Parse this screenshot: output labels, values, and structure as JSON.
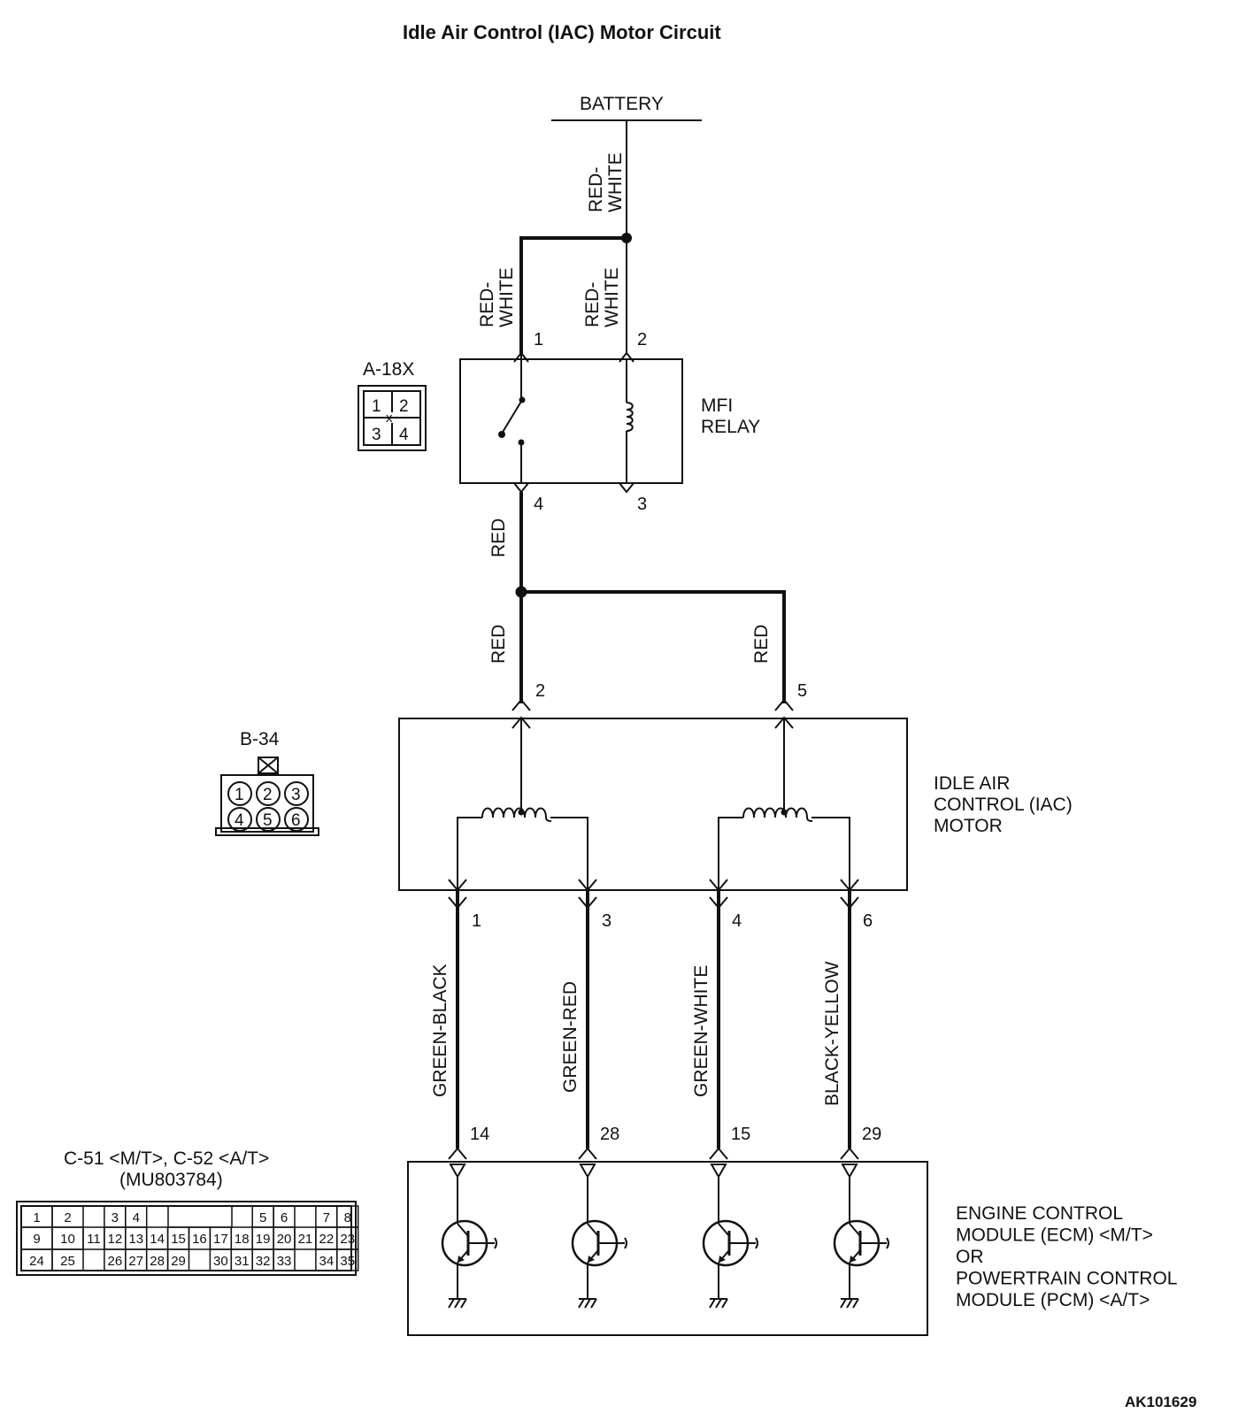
{
  "title": "Idle Air Control (IAC) Motor Circuit",
  "battery_label": "BATTERY",
  "wire_colors": {
    "battery_feed": "RED-\nWHITE",
    "relay_pin1": "RED-\nWHITE",
    "relay_pin2": "RED-\nWHITE",
    "relay_out": "RED",
    "iac_pin2": "RED",
    "iac_pin5": "RED",
    "iac_pin1": "GREEN-BLACK",
    "iac_pin3": "GREEN-RED",
    "iac_pin4": "GREEN-WHITE",
    "iac_pin6": "BLACK-YELLOW"
  },
  "mfi_relay": {
    "label": "MFI\nRELAY",
    "connector": "A-18X",
    "pins": [
      "1",
      "2",
      "4",
      "3"
    ],
    "connector_pins": [
      "1",
      "2",
      "3",
      "4"
    ]
  },
  "iac_motor": {
    "label": "IDLE AIR\nCONTROL (IAC)\nMOTOR",
    "connector": "B-34",
    "top_pins": [
      "2",
      "5"
    ],
    "bottom_pins": [
      "1",
      "3",
      "4",
      "6"
    ],
    "connector_pins": [
      "1",
      "2",
      "3",
      "4",
      "5",
      "6"
    ]
  },
  "ecm": {
    "label": "ENGINE CONTROL\nMODULE (ECM) <M/T>\nOR\nPOWERTRAIN CONTROL\nMODULE (PCM) <A/T>",
    "connector": "C-51 <M/T>, C-52 <A/T>\n(MU803784)",
    "pins": [
      "14",
      "28",
      "15",
      "29"
    ],
    "connector_rows": [
      [
        "1",
        "2",
        "",
        "3",
        "4",
        "",
        "",
        "",
        "",
        "",
        "5",
        "6",
        "",
        "7",
        "8"
      ],
      [
        "9",
        "10",
        "11",
        "12",
        "13",
        "14",
        "15",
        "16",
        "17",
        "18",
        "19",
        "20",
        "21",
        "22",
        "23"
      ],
      [
        "24",
        "25",
        "",
        "26",
        "27",
        "28",
        "29",
        "",
        "30",
        "31",
        "32",
        "33",
        "",
        "34",
        "35"
      ]
    ]
  },
  "figure_code": "AK101629"
}
